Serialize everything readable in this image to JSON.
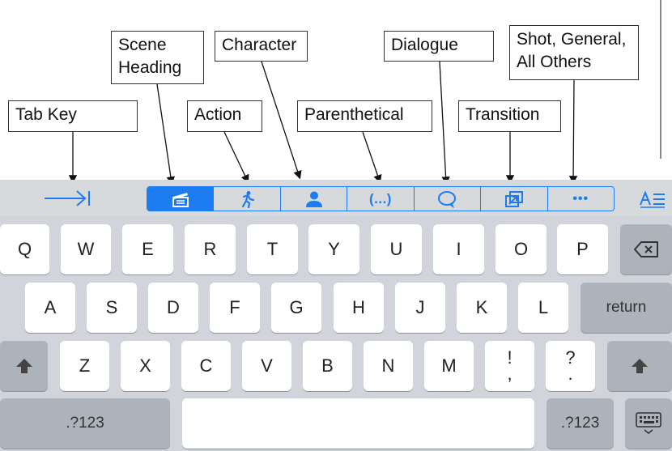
{
  "callouts": {
    "scene_heading": "Scene\nHeading",
    "character": "Character",
    "dialogue": "Dialogue",
    "shot_general": "Shot, General,\nAll Others",
    "tab_key": "Tab Key",
    "action": "Action",
    "parenthetical": "Parenthetical",
    "transition": "Transition"
  },
  "toolbar": {
    "parenthetical_glyph": "(...)",
    "more_glyph": "•••"
  },
  "keyboard": {
    "row1": [
      "Q",
      "W",
      "E",
      "R",
      "T",
      "Y",
      "U",
      "I",
      "O",
      "P"
    ],
    "row2": [
      "A",
      "S",
      "D",
      "F",
      "G",
      "H",
      "J",
      "K",
      "L"
    ],
    "row3": [
      "Z",
      "X",
      "C",
      "V",
      "B",
      "N",
      "M"
    ],
    "exclam_top": "!",
    "exclam_bottom": ",",
    "question_top": "?",
    "question_bottom": ".",
    "return_label": "return",
    "numbers_left": ".?123",
    "numbers_right": ".?123"
  },
  "colors": {
    "accent": "#1e7cf2",
    "keyboard_bg": "#d1d5db",
    "toolbar_bg": "#d7dadd"
  },
  "icons": [
    "tab-arrow-icon",
    "scene-clapper-icon",
    "action-runner-icon",
    "character-person-icon",
    "dialogue-bubble-icon",
    "transition-icon",
    "more-dots-icon",
    "format-text-icon",
    "backspace-icon",
    "shift-icon",
    "keyboard-hide-icon"
  ]
}
